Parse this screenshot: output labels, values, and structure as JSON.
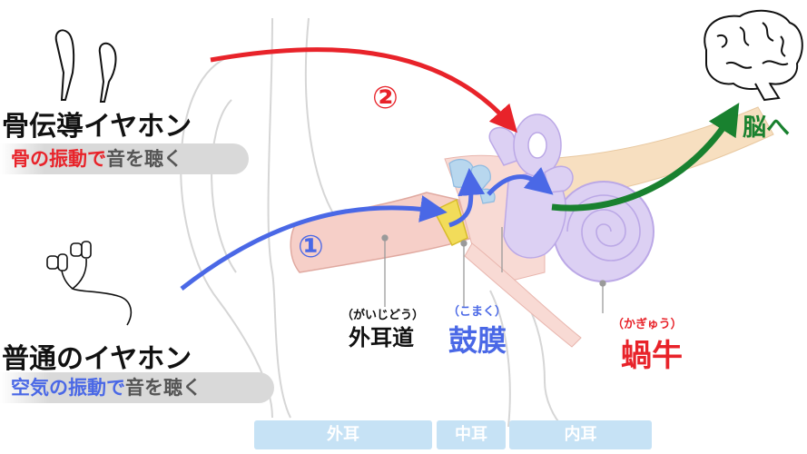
{
  "colors": {
    "bone_red": "#e8232a",
    "air_blue": "#4a68e6",
    "brain_green": "#19812f",
    "region_blue": "#c6e2f5",
    "cochlea_purple": "#dcd0f3"
  },
  "bone_conduction": {
    "title": "骨伝導イヤホン",
    "sub_red": "骨の振動で",
    "sub_rest": "音を聴く",
    "icon": "bone-conduction-earphones-icon"
  },
  "normal_earphone": {
    "title": "普通のイヤホン",
    "sub_blue": "空気の振動で",
    "sub_rest": "音を聴く",
    "icon": "in-ear-earphones-icon"
  },
  "paths": {
    "one": "①",
    "two": "②"
  },
  "parts": {
    "ear_canal": {
      "reading": "（がいじどう）",
      "name": "外耳道"
    },
    "eardrum": {
      "reading": "（こまく）",
      "name": "鼓膜"
    },
    "cochlea": {
      "reading": "（かぎゅう）",
      "name": "蝸牛"
    }
  },
  "brain": {
    "label": "脳へ",
    "icon": "brain-icon"
  },
  "regions": [
    "外耳",
    "中耳",
    "内耳"
  ]
}
